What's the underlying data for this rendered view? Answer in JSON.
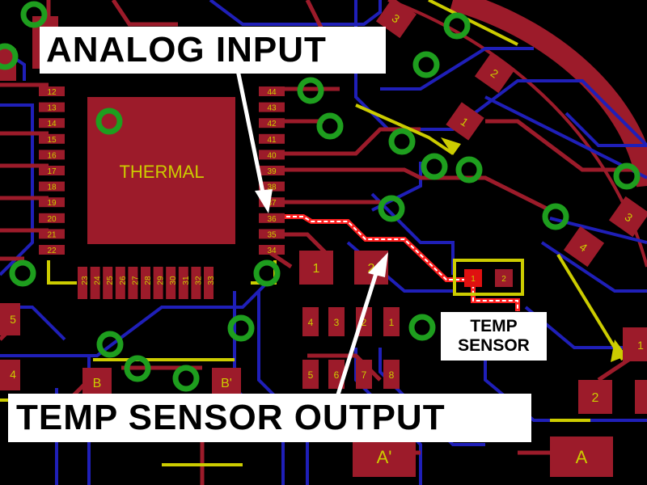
{
  "callouts": {
    "analog_input": "ANALOG INPUT",
    "temp_sensor_output": "TEMP SENSOR OUTPUT",
    "temp_sensor_line1": "TEMP",
    "temp_sensor_line2": "SENSOR"
  },
  "ic": {
    "label": "THERMAL",
    "left_pins": [
      "12",
      "13",
      "14",
      "15",
      "16",
      "17",
      "18",
      "19",
      "20",
      "21",
      "22"
    ],
    "right_pins": [
      "44",
      "43",
      "42",
      "41",
      "40",
      "39",
      "38",
      "37",
      "36",
      "35",
      "34"
    ],
    "bottom_pins": [
      "23",
      "24",
      "25",
      "26",
      "27",
      "28",
      "29",
      "30",
      "31",
      "32",
      "33"
    ]
  },
  "pads": {
    "p1": "1",
    "p2": "2",
    "sensor_p1": "1",
    "sensor_p2": "2",
    "header_top": [
      "4",
      "3",
      "2",
      "1"
    ],
    "header_bottom": [
      "5",
      "6",
      "7",
      "8"
    ],
    "b": "B",
    "b_prime": "B'",
    "a": "A",
    "a_prime": "A'",
    "left_5": "5",
    "left_4": "4",
    "top_3": "3",
    "top_2": "2",
    "mid_1": "1",
    "right_3": "3",
    "right_4": "4",
    "right_1": "1",
    "right_2": "2"
  },
  "colors": {
    "board": "#000000",
    "copper_top": "#9c1b2a",
    "copper_bottom": "#1f1fb8",
    "via_ring": "#1e9e1e",
    "silkscreen": "#cccc00",
    "highlight_trace": "#ff2020",
    "callout_bg": "#ffffff"
  }
}
